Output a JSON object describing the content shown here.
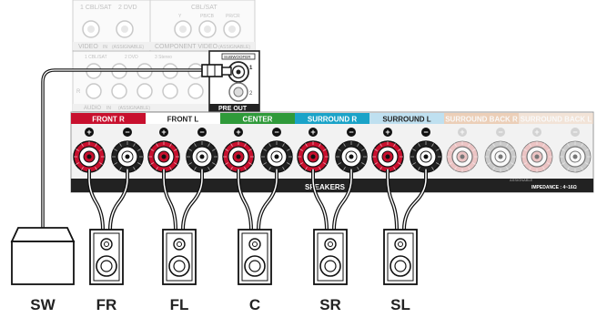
{
  "panel": {
    "top_labels": {
      "cbl_sat": "1 CBL/SAT",
      "dvd": "2 DVD",
      "cbl_sat_right": "CBL/SAT",
      "y": "Y",
      "pb": "PB/CB",
      "pr": "PR/CR",
      "video": "VIDEO",
      "in": "IN",
      "assignable": "(ASSIGNABLE)",
      "component_video": "COMPONENT VIDEO",
      "assignable2": "(ASSIGNABLE)"
    },
    "audio_labels": {
      "cbl_sat": "1 CBL/SAT",
      "dvd": "2 DVD",
      "stereo": "3 Stereo",
      "audio": "AUDIO",
      "in": "IN",
      "assignable": "(ASSIGNABLE)",
      "r": "R",
      "l": "L"
    },
    "subwoofer": "SUBWOOFER",
    "pre_out_1": "1",
    "pre_out_2": "2",
    "pre_out": "PRE OUT"
  },
  "speaker_panel": {
    "groups": [
      {
        "label": "FRONT R",
        "color": "#c8102e",
        "text_color": "#ffffff",
        "active": true
      },
      {
        "label": "FRONT L",
        "color": "#ffffff",
        "text_color": "#222222",
        "active": true
      },
      {
        "label": "CENTER",
        "color": "#2f9a3a",
        "text_color": "#ffffff",
        "active": true
      },
      {
        "label": "SURROUND R",
        "color": "#1aa3c8",
        "text_color": "#ffffff",
        "active": true
      },
      {
        "label": "SURROUND L",
        "color": "#bfe0f0",
        "text_color": "#222222",
        "active": true
      },
      {
        "label": "SURROUND BACK R",
        "color": "#e8b48a",
        "text_color": "#ffffff",
        "active": false
      },
      {
        "label": "SURROUND BACK L",
        "color": "#f3d8c2",
        "text_color": "#ffffff",
        "active": false
      }
    ],
    "speakers_label": "SPEAKERS",
    "assignable": "ASSIGNABLE",
    "impedance": "IMPEDANCE : 4~16Ω",
    "plus": "+",
    "minus": "−"
  },
  "speakers": [
    {
      "label": "SW",
      "type": "subwoofer"
    },
    {
      "label": "FR",
      "type": "speaker"
    },
    {
      "label": "FL",
      "type": "speaker"
    },
    {
      "label": "C",
      "type": "speaker"
    },
    {
      "label": "SR",
      "type": "speaker"
    },
    {
      "label": "SL",
      "type": "speaker"
    }
  ]
}
